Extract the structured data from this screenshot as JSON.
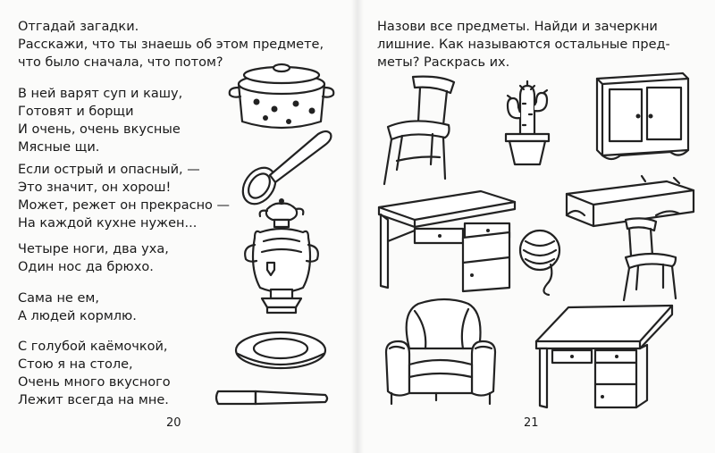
{
  "left_page": {
    "heading": "Отгадай загадки.",
    "intro": [
      "Расскажи, что ты знаешь об этом предмете,",
      "что было сначала, что потом?"
    ],
    "riddles": [
      {
        "lines": [
          "В ней варят суп и кашу,",
          "Готовят и борщи",
          "И очень, очень вкусные",
          "Мясные щи."
        ]
      },
      {
        "lines": [
          "Если острый и опасный, —",
          "Это значит, он хорош!",
          "Может, режет он прекрасно —",
          "На каждой кухне нужен..."
        ]
      },
      {
        "lines": [
          "Четыре ноги, два уха,",
          "Один нос да брюхо."
        ]
      },
      {
        "lines": [
          "Сама не ем,",
          "А людей кормлю."
        ]
      },
      {
        "lines": [
          "С голубой каёмочкой,",
          "Стою я на столе,",
          "Очень много вкусного",
          "Лежит всегда на мне."
        ]
      }
    ],
    "page_number": "20",
    "pictures": [
      "pot-icon",
      "spoon-icon",
      "samovar-icon",
      "plate-icon",
      "knife-icon"
    ]
  },
  "right_page": {
    "instructions": [
      "Назови все предметы. Найди и зачеркни",
      "лишние. Как называются остальные пред-",
      "меты? Раскрась их."
    ],
    "page_number": "21",
    "pictures": [
      "chair-icon",
      "cactus-icon",
      "cabinet-icon",
      "desk-icon",
      "thread-spool-icon",
      "shelf-icon",
      "chair-small-icon",
      "armchair-icon",
      "desk-icon"
    ]
  }
}
